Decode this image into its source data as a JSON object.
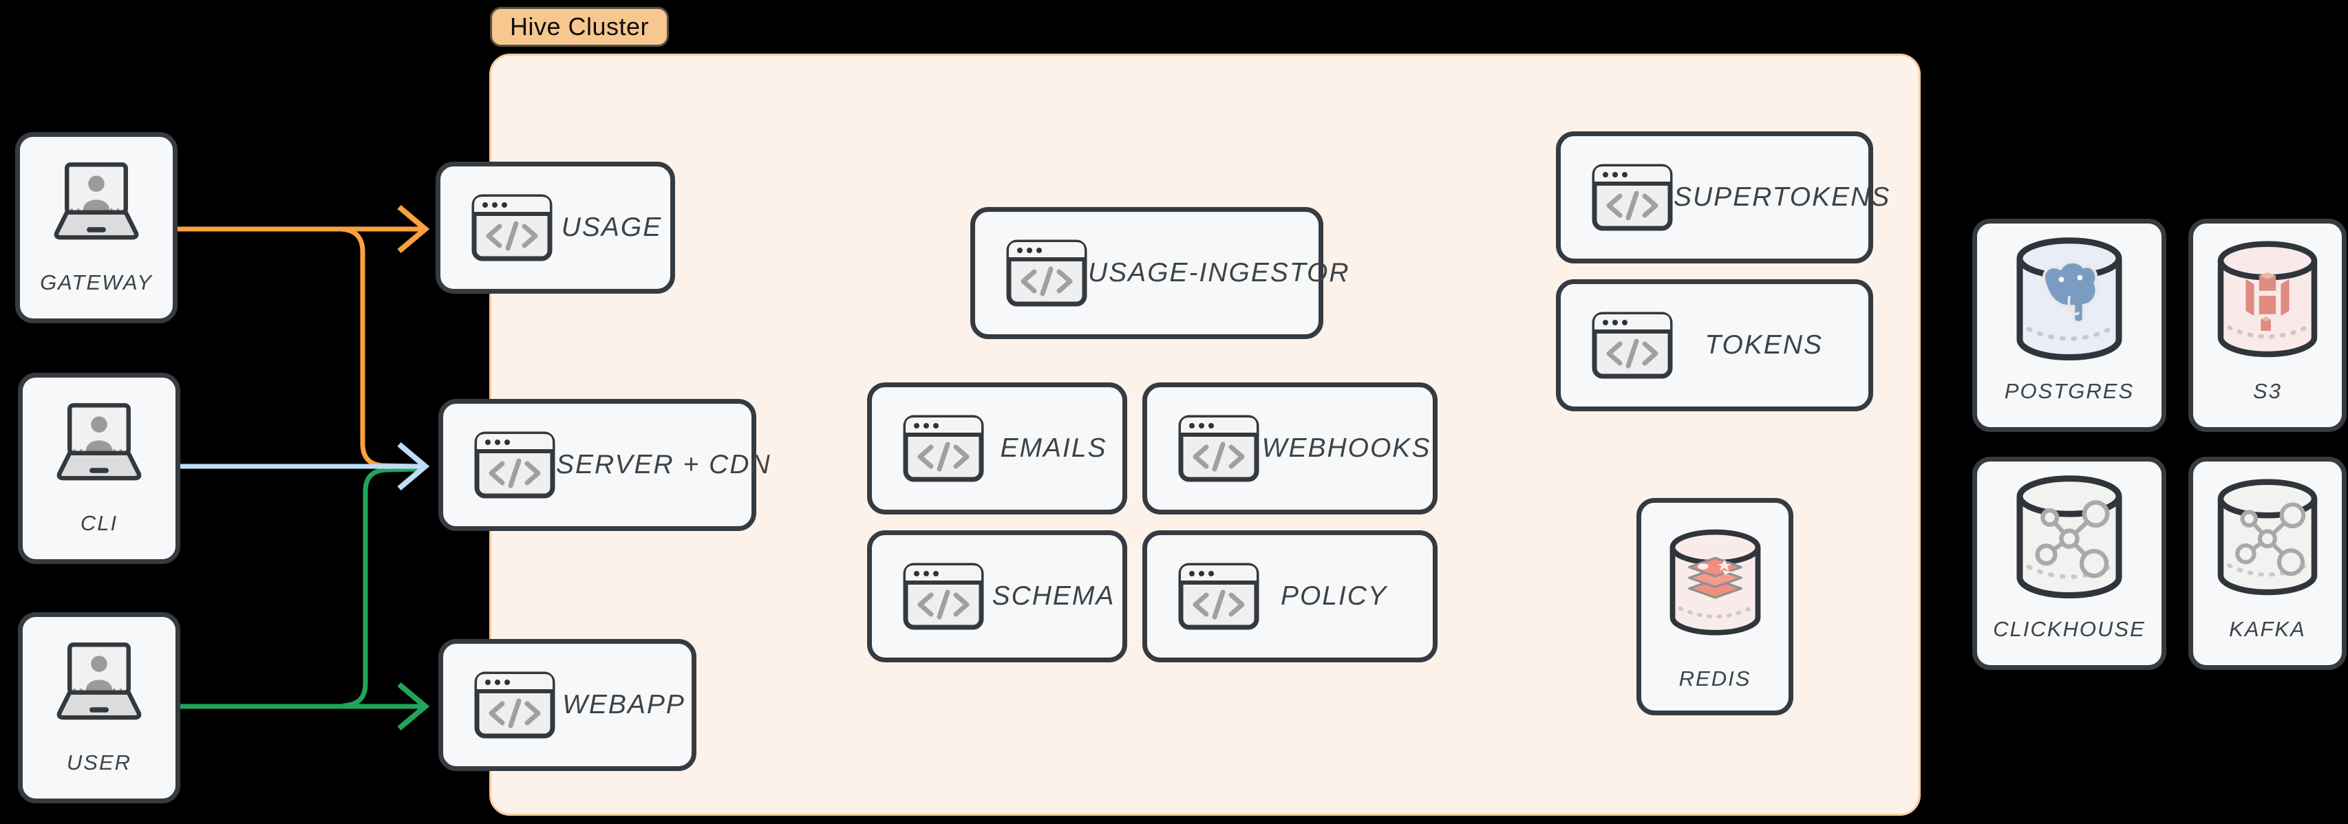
{
  "cluster": {
    "label": "Hive Cluster"
  },
  "nodes": {
    "gateway": {
      "label": "GATEWAY",
      "icon": "laptop-user-icon"
    },
    "cli": {
      "label": "CLI",
      "icon": "laptop-user-icon"
    },
    "user": {
      "label": "USER",
      "icon": "laptop-user-icon"
    },
    "usage": {
      "label": "USAGE",
      "icon": "code-window-icon"
    },
    "server_cdn": {
      "label": "SERVER + CDN",
      "icon": "code-window-icon"
    },
    "webapp": {
      "label": "WEBAPP",
      "icon": "code-window-icon"
    },
    "usage_ingestor": {
      "label": "USAGE-INGESTOR",
      "icon": "code-window-icon"
    },
    "emails": {
      "label": "EMAILS",
      "icon": "code-window-icon"
    },
    "webhooks": {
      "label": "WEBHOOKS",
      "icon": "code-window-icon"
    },
    "schema": {
      "label": "SCHEMA",
      "icon": "code-window-icon"
    },
    "policy": {
      "label": "POLICY",
      "icon": "code-window-icon"
    },
    "supertokens": {
      "label": "SUPERTOKENS",
      "icon": "code-window-icon"
    },
    "tokens": {
      "label": "TOKENS",
      "icon": "code-window-icon"
    },
    "redis": {
      "label": "REDIS",
      "icon": "database-redis-icon"
    },
    "postgres": {
      "label": "POSTGRES",
      "icon": "database-postgres-icon"
    },
    "s3": {
      "label": "S3",
      "icon": "database-s3-icon"
    },
    "clickhouse": {
      "label": "CLICKHOUSE",
      "icon": "database-graph-icon"
    },
    "kafka": {
      "label": "KAFKA",
      "icon": "database-graph-icon"
    }
  },
  "edges": [
    {
      "from": "GATEWAY",
      "to": "USAGE",
      "color": "orange"
    },
    {
      "from": "GATEWAY",
      "to": "SERVER + CDN",
      "color": "orange"
    },
    {
      "from": "CLI",
      "to": "SERVER + CDN",
      "color": "blue"
    },
    {
      "from": "USER",
      "to": "SERVER + CDN",
      "color": "green"
    },
    {
      "from": "USER",
      "to": "WEBAPP",
      "color": "green"
    }
  ],
  "colors": {
    "canvas-bg": "#000000",
    "node-border": "#353B40",
    "node-fill": "#F7F8F9",
    "node-text": "#3E4347",
    "cluster-fill": "#FCF2E9",
    "cluster-border": "#F8CD9E",
    "cluster-label-fill": "#F7C78F",
    "edge-orange": "#F9A13C",
    "edge-blue": "#BFDCF8",
    "edge-green": "#21A55C"
  }
}
